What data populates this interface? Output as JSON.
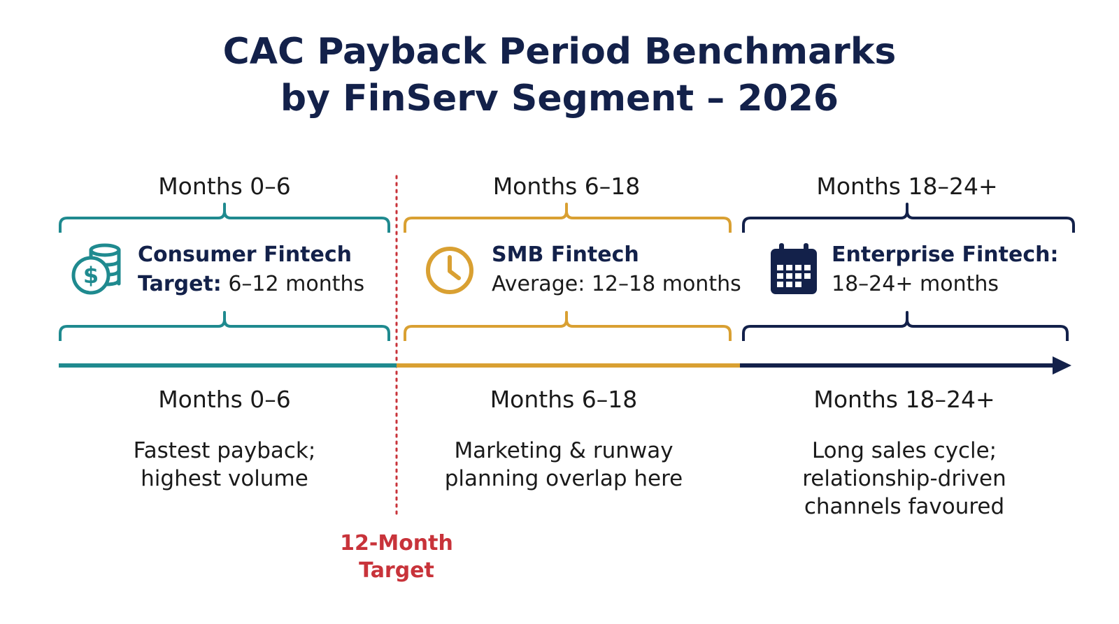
{
  "title": {
    "line1": "CAC Payback Period Benchmarks",
    "line2": "by FinServ Segment – 2026"
  },
  "colors": {
    "teal": "#1f8a8f",
    "gold": "#d9a032",
    "navy": "#13214a",
    "target_red": "#c8333a"
  },
  "segments": [
    {
      "range_top": "Months 0–6",
      "name": "Consumer Fintech",
      "detail_prefix": "Target:",
      "detail": "6–12 months",
      "icon": "coins-dollar-icon",
      "range_bottom": "Months 0–6",
      "desc_line1": "Fastest payback;",
      "desc_line2": "highest volume",
      "desc_line3": ""
    },
    {
      "range_top": "Months 6–18",
      "name": "SMB Fintech",
      "detail_prefix": "",
      "detail": "Average: 12–18 months",
      "icon": "clock-icon",
      "range_bottom": "Months 6–18",
      "desc_line1": "Marketing & runway",
      "desc_line2": "planning overlap here",
      "desc_line3": ""
    },
    {
      "range_top": "Months 18–24+",
      "name": "Enterprise Fintech:",
      "detail_prefix": "",
      "detail": "18–24+ months",
      "icon": "calendar-icon",
      "range_bottom": "Months 18–24+",
      "desc_line1": "Long sales cycle;",
      "desc_line2": "relationship-driven",
      "desc_line3": "channels favoured"
    }
  ],
  "target_marker": {
    "line1": "12-Month",
    "line2": "Target"
  }
}
